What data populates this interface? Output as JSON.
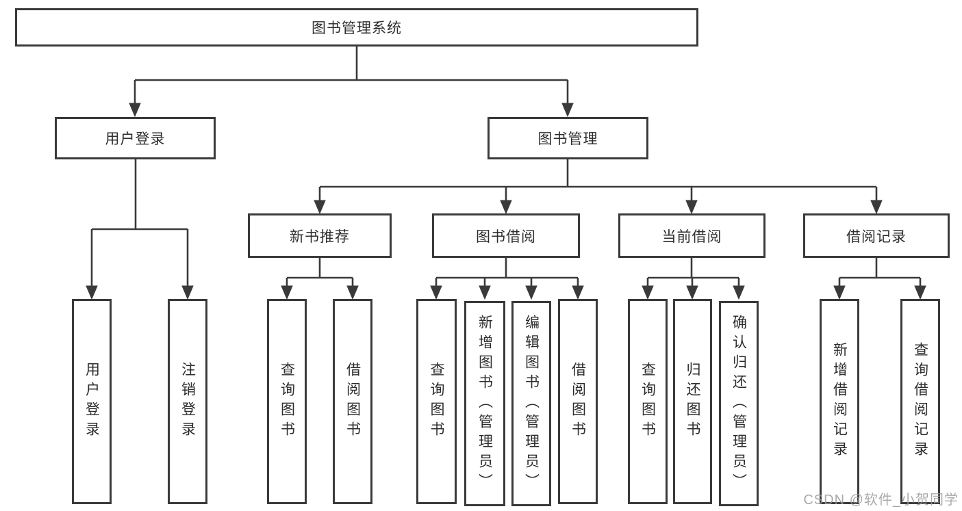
{
  "diagram": {
    "root": "图书管理系统",
    "branches": [
      {
        "label": "用户登录",
        "children": [
          {
            "label": "用户登录"
          },
          {
            "label": "注销登录"
          }
        ]
      },
      {
        "label": "图书管理",
        "children": [
          {
            "label": "新书推荐",
            "children": [
              {
                "label": "查询图书"
              },
              {
                "label": "借阅图书"
              }
            ]
          },
          {
            "label": "图书借阅",
            "children": [
              {
                "label": "查询图书"
              },
              {
                "label": "新增图书（管理员）"
              },
              {
                "label": "编辑图书（管理员）"
              },
              {
                "label": "借阅图书"
              }
            ]
          },
          {
            "label": "当前借阅",
            "children": [
              {
                "label": "查询图书"
              },
              {
                "label": "归还图书"
              },
              {
                "label": "确认归还（管理员）"
              }
            ]
          },
          {
            "label": "借阅记录",
            "children": [
              {
                "label": "新增借阅记录"
              },
              {
                "label": "查询借阅记录"
              }
            ]
          }
        ]
      }
    ]
  },
  "watermark": {
    "text": "CSDN @软件_小贺同学"
  },
  "colors": {
    "line": "#3a3a3a",
    "text": "#2d2d2d",
    "background": "#ffffff",
    "watermark": "#9b9b9b"
  }
}
